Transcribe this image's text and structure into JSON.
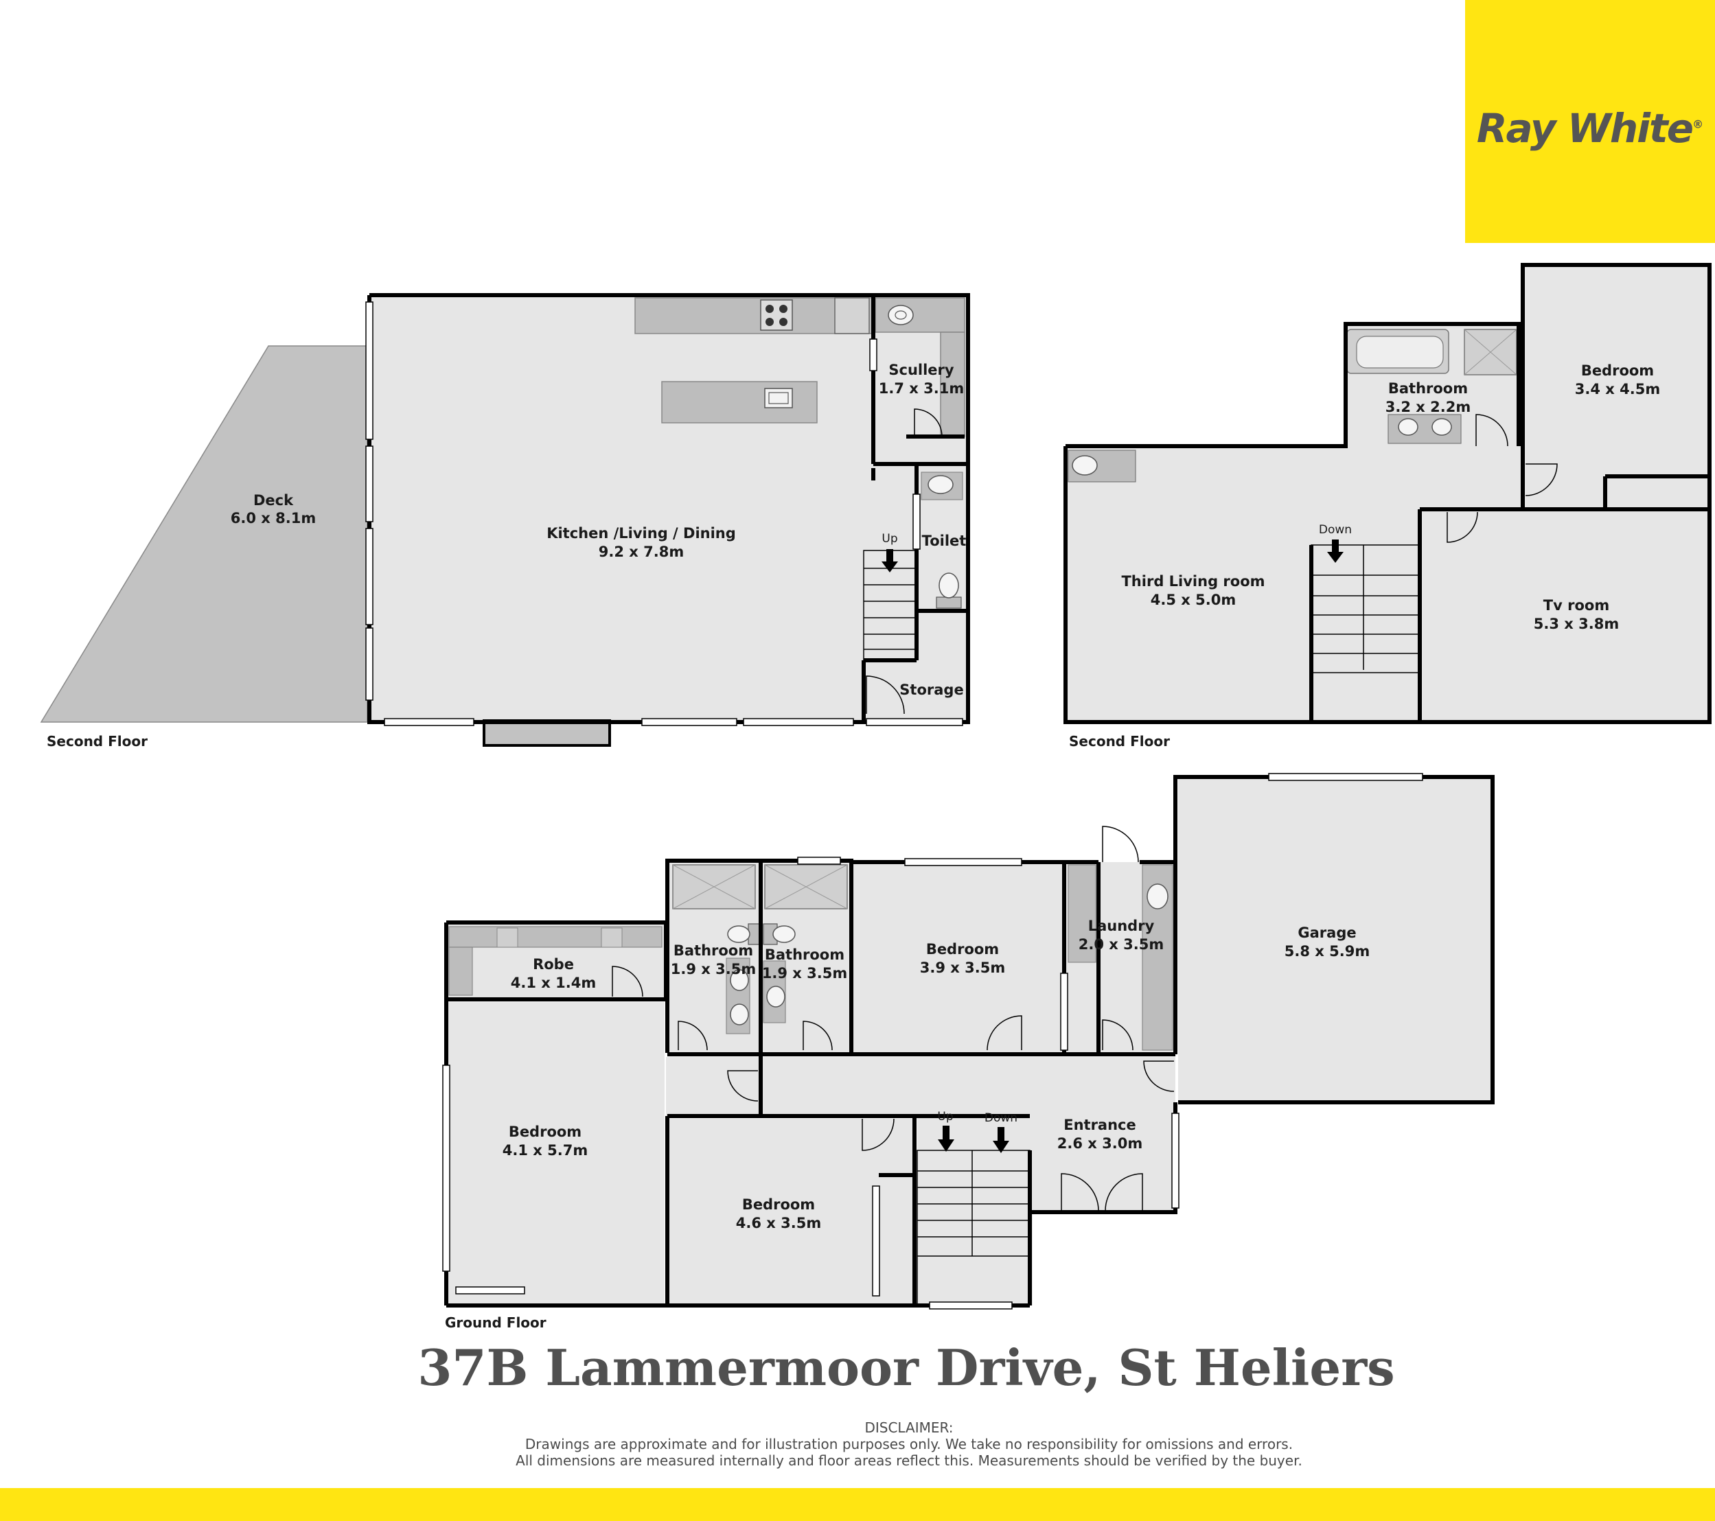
{
  "brand": {
    "name": "Ray White",
    "mark": "®",
    "color": "#FFE512",
    "text_color": "#555555"
  },
  "address": "37B Lammermoor Drive, St Heliers",
  "disclaimer": {
    "heading": "DISCLAIMER:",
    "line1": "Drawings are approximate and for illustration purposes only. We take no responsibility for omissions and errors.",
    "line2": "All dimensions are measured internally and floor areas reflect this. Measurements should be verified by the buyer."
  },
  "colors": {
    "room_fill": "#E6E6E6",
    "deck_fill": "#C2C2C2",
    "fixture_fill": "#BDBDBD",
    "wall": "#000000",
    "accent": "#FFE512"
  },
  "floors": {
    "second_left": {
      "label": "Second Floor",
      "rooms": {
        "deck": {
          "name": "Deck",
          "size": "6.0 x 8.1m"
        },
        "kitchen": {
          "name": "Kitchen /Living / Dining",
          "size": "9.2 x 7.8m"
        },
        "scullery": {
          "name": "Scullery",
          "size": "1.7 x 3.1m"
        },
        "toilet": {
          "name": "Toilet"
        },
        "storage": {
          "name": "Storage"
        }
      },
      "stairs": {
        "up": "Up"
      }
    },
    "second_right": {
      "label": "Second Floor",
      "rooms": {
        "bathroom": {
          "name": "Bathroom",
          "size": "3.2 x 2.2m"
        },
        "bedroom": {
          "name": "Bedroom",
          "size": "3.4 x 4.5m"
        },
        "third_living": {
          "name": "Third Living room",
          "size": "4.5 x 5.0m"
        },
        "tv_room": {
          "name": "Tv room",
          "size": "5.3 x 3.8m"
        }
      },
      "stairs": {
        "down": "Down"
      }
    },
    "ground": {
      "label": "Ground Floor",
      "rooms": {
        "robe": {
          "name": "Robe",
          "size": "4.1 x 1.4m"
        },
        "bathroom1": {
          "name": "Bathroom",
          "size": "1.9 x 3.5m"
        },
        "bathroom2": {
          "name": "Bathroom",
          "size": "1.9 x 3.5m"
        },
        "bedroom_a": {
          "name": "Bedroom",
          "size": "3.9 x 3.5m"
        },
        "laundry": {
          "name": "Laundry",
          "size": "2.0 x 3.5m"
        },
        "garage": {
          "name": "Garage",
          "size": "5.8 x 5.9m"
        },
        "bedroom_b": {
          "name": "Bedroom",
          "size": "4.1 x 5.7m"
        },
        "bedroom_c": {
          "name": "Bedroom",
          "size": "4.6 x 3.5m"
        },
        "entrance": {
          "name": "Entrance",
          "size": "2.6 x 3.0m"
        }
      },
      "stairs": {
        "up": "Up",
        "down": "Down"
      }
    }
  }
}
